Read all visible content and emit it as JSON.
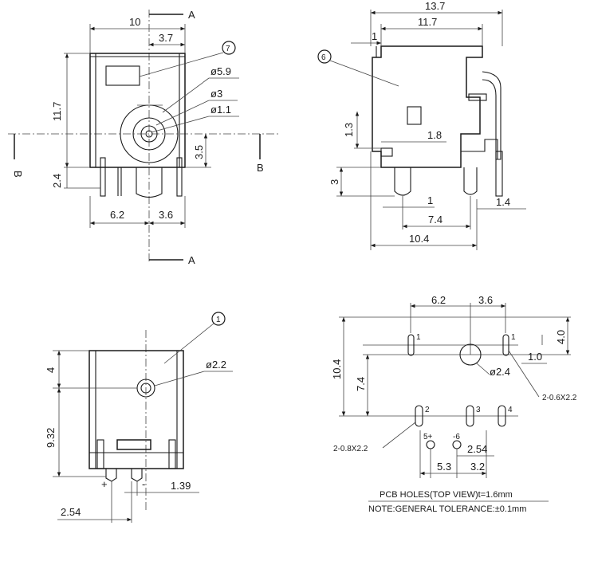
{
  "front_view": {
    "dims": {
      "width_total": "10",
      "width_right": "3.7",
      "height_total": "11.7",
      "pin_height": "2.4",
      "center_height": "3.5",
      "left_span": "6.2",
      "right_span": "3.6",
      "d_outer": "ø5.9",
      "d_mid": "ø3",
      "d_pin": "ø1.1"
    },
    "section_labels": {
      "a_top": "A",
      "a_bottom": "A",
      "b_left": "B",
      "b_right": "B"
    },
    "callout": "7"
  },
  "side_view": {
    "dims": {
      "length_total": "13.7",
      "length_body": "11.7",
      "front_flange": "1",
      "tab_height": "1.3",
      "tab_offset": "1.8",
      "pin_height": "3",
      "pin_width": "1",
      "pin_right": "1.4",
      "pin_span": "7.4",
      "base_length": "10.4"
    },
    "callout": "6"
  },
  "bottom_view": {
    "dims": {
      "top_gap": "4",
      "d_hole": "ø2.2",
      "height": "9.32",
      "pin_offset": "1.39",
      "pin_pitch": "2.54"
    },
    "pin_labels": {
      "plus": "+",
      "minus": "-"
    },
    "callout": "1"
  },
  "pcb_layout": {
    "dims": {
      "left_span": "6.2",
      "right_span": "3.6",
      "top_offset": "4.0",
      "side_offset": "1.0",
      "total_height": "10.4",
      "mid_height": "7.4",
      "d_center": "ø2.4",
      "slot_small": "2-0.6X2.2",
      "slot_large": "2-0.8X2.2",
      "pitch": "2.54",
      "x_left": "5.3",
      "x_right": "3.2"
    },
    "pin_numbers": {
      "p1a": "1",
      "p1b": "1",
      "p2": "2",
      "p3": "3",
      "p4": "4",
      "p5": "5+",
      "p6": "-6"
    }
  },
  "notes": {
    "pcb_holes": "PCB HOLES(TOP VIEW)t=1.6mm",
    "tolerance": "NOTE:GENERAL TOLERANCE:±0.1mm"
  }
}
